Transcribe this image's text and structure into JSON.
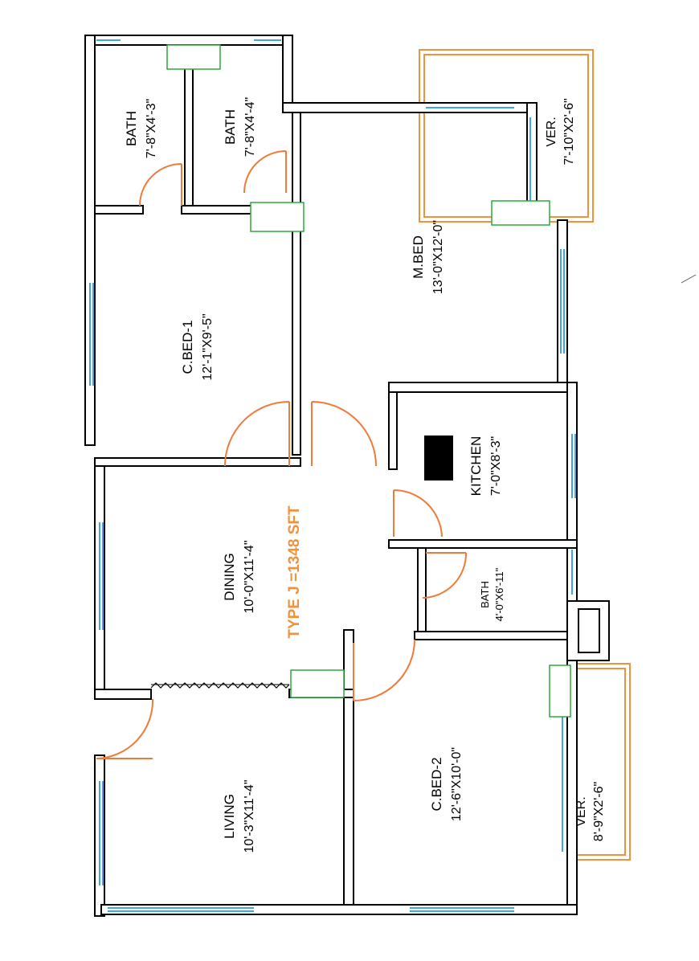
{
  "plan": {
    "type_label": "TYPE J =1348 SFT",
    "rooms": {
      "bath_1": {
        "name": "BATH",
        "size": "7'-8\"X4'-3\""
      },
      "bath_2": {
        "name": "BATH",
        "size": "7'-8\"X4'-4\""
      },
      "m_bed": {
        "name": "M.BED",
        "size": "13'-0\"X12'-0\""
      },
      "ver_1": {
        "name": "VER.",
        "size": "7'-10\"X2'-6\""
      },
      "c_bed_1": {
        "name": "C.BED-1",
        "size": "12'-1\"X9'-5\""
      },
      "kitchen": {
        "name": "KITCHEN",
        "size": "7'-0\"X8'-3\""
      },
      "dining": {
        "name": "DINING",
        "size": "10'-0\"X11'-4\""
      },
      "bath_3": {
        "name": "BATH",
        "size": "4'-0\"X6'-11\""
      },
      "c_bed_2": {
        "name": "C.BED-2",
        "size": "12'-6\"X10'-0\""
      },
      "ver_2": {
        "name": "VER.",
        "size": "8'-9\"X2'-6\""
      },
      "living": {
        "name": "LIVING",
        "size": "10'-3\"X11'-4\""
      }
    }
  },
  "colors": {
    "wall": "#000000",
    "window": "#3ea6e8",
    "door_arc": "#f07a3a",
    "verandah": "#f0913b",
    "shaft_border": "#2aaa3b",
    "type_label": "#f0913b"
  }
}
